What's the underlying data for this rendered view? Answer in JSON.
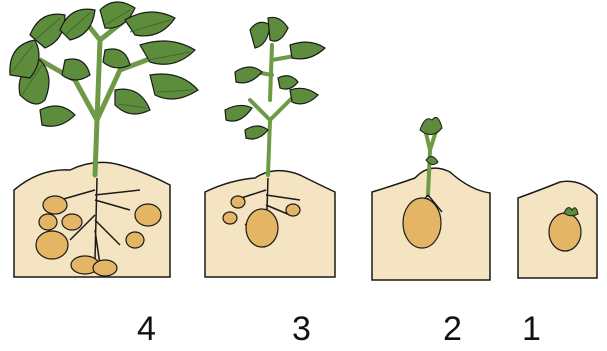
{
  "stages": [
    {
      "number": "4"
    },
    {
      "number": "3"
    },
    {
      "number": "2"
    },
    {
      "number": "1"
    }
  ],
  "colors": {
    "soil": "#f4e4c1",
    "outline": "#1a1a1a",
    "leaf": "#5c8c3c",
    "leaf_dark": "#3f6b2a",
    "stem": "#6e9a45",
    "tuber": "#e3b565",
    "tuber_shade": "#c98f3b",
    "root": "#ffffff"
  }
}
